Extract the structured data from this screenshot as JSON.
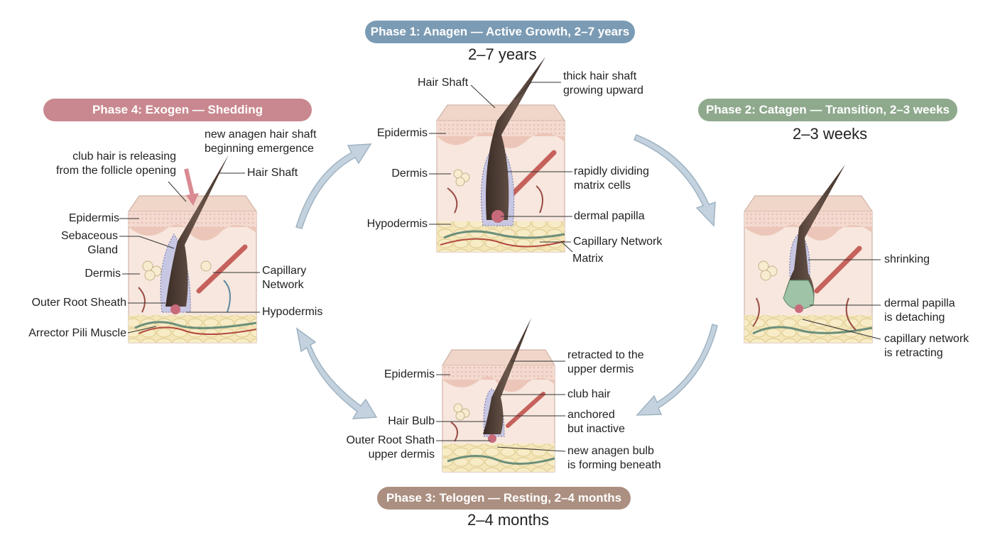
{
  "colors": {
    "phase1": "#7b9bb4",
    "phase2": "#8fa98d",
    "phase3": "#ab8f80",
    "phase4": "#c9888f",
    "arrow": "#b9c9d7"
  },
  "phases": {
    "anagen": {
      "title": "Phase 1: Anagen — Active Growth, 2–7 years",
      "duration": "2–7 years"
    },
    "catagen": {
      "title": "Phase 2: Catagen — Transition, 2–3 weeks",
      "duration": "2–3 weeks"
    },
    "telogen": {
      "title": "Phase 3: Telogen — Resting, 2–4 months",
      "duration": "2–4 months"
    },
    "exogen": {
      "title": "Phase 4: Exogen — Shedding",
      "duration": ""
    }
  },
  "labels": {
    "anagen": {
      "hair_shaft": "Hair Shaft",
      "thick_shaft": "thick hair shaft\ngrowing upward",
      "epidermis": "Epidermis",
      "dermis": "Dermis",
      "hypodermis": "Hypodermis",
      "matrix_cells": "rapidly dividing\nmatrix cells",
      "dermal_papilla": "dermal papilla",
      "capillary_network": "Capillary Network",
      "matrix": "Matrix"
    },
    "catagen": {
      "shrinking": "shrinking",
      "papilla_detaching": "dermal papilla\nis detaching",
      "capillary_retracting": "capillary network\nis retracting"
    },
    "telogen": {
      "retracted": "retracted to the\nupper dermis",
      "club_hair": "club hair",
      "anchored": "anchored\nbut inactive",
      "new_bulb": "new anagen bulb\nis forming beneath",
      "epidermis": "Epidermis",
      "hair_bulb": "Hair Bulb",
      "outer_root": "Outer Root Shath\nupper dermis"
    },
    "exogen": {
      "new_shaft": "new anagen hair shaft\nbeginning emergence",
      "club_releasing": "club hair is releasing\nfrom the follicle opening",
      "hair_shaft": "Hair Shaft",
      "epidermis": "Epidermis",
      "sebaceous": "Sebaceous\nGland",
      "dermis": "Dermis",
      "outer_root": "Outer Root Sheath",
      "arrector": "Arrector Pili Muscle",
      "capillary": "Capillary\nNetwork",
      "hypodermis": "Hypodermis"
    }
  }
}
